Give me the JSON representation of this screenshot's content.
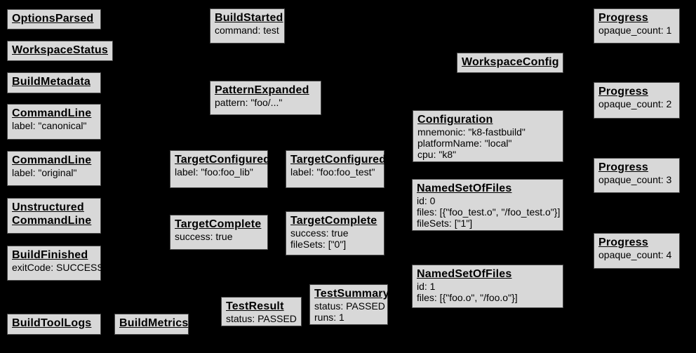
{
  "diagram": {
    "background_color": "#000000",
    "node_fill_color": "#d8d8d8",
    "node_border_color": "#4a4a4a",
    "text_color": "#000000"
  },
  "nodes": [
    {
      "title": "OptionsParsed",
      "lines": []
    },
    {
      "title": "WorkspaceStatus",
      "lines": []
    },
    {
      "title": "BuildMetadata",
      "lines": []
    },
    {
      "title": "CommandLine",
      "lines": [
        "label: \"canonical\""
      ]
    },
    {
      "title": "CommandLine",
      "lines": [
        "label: \"original\""
      ]
    },
    {
      "title": "Unstructured\nCommandLine",
      "lines": []
    },
    {
      "title": "BuildFinished",
      "lines": [
        "exitCode: SUCCESS"
      ]
    },
    {
      "title": "BuildToolLogs",
      "lines": []
    },
    {
      "title": "BuildStarted",
      "lines": [
        "command: test"
      ]
    },
    {
      "title": "PatternExpanded",
      "lines": [
        "pattern: \"foo/...\""
      ]
    },
    {
      "title": "TargetConfigured",
      "lines": [
        "label: \"foo:foo_lib\""
      ]
    },
    {
      "title": "TargetConfigured",
      "lines": [
        "label: \"foo:foo_test\""
      ]
    },
    {
      "title": "TargetComplete",
      "lines": [
        "success: true"
      ]
    },
    {
      "title": "TargetComplete",
      "lines": [
        "success: true",
        "fileSets: [\"0\"]"
      ]
    },
    {
      "title": "TestResult",
      "lines": [
        "status: PASSED"
      ]
    },
    {
      "title": "TestSummary",
      "lines": [
        "status: PASSED",
        "runs: 1"
      ]
    },
    {
      "title": "BuildMetrics",
      "lines": []
    },
    {
      "title": "WorkspaceConfig",
      "lines": []
    },
    {
      "title": "Configuration",
      "lines": [
        "mnemonic: \"k8-fastbuild\"",
        "platformName: \"local\"",
        "cpu: \"k8\""
      ]
    },
    {
      "title": "NamedSetOfFiles",
      "lines": [
        "id: 0",
        "files: [{\"foo_test.o\", \"/foo_test.o\"}]",
        "fileSets: [\"1\"]"
      ]
    },
    {
      "title": "NamedSetOfFiles",
      "lines": [
        "id: 1",
        "files: [{\"foo.o\", \"/foo.o\"}]"
      ]
    },
    {
      "title": "Progress",
      "lines": [
        "opaque_count: 1"
      ]
    },
    {
      "title": "Progress",
      "lines": [
        "opaque_count: 2"
      ]
    },
    {
      "title": "Progress",
      "lines": [
        "opaque_count: 3"
      ]
    },
    {
      "title": "Progress",
      "lines": [
        "opaque_count: 4"
      ]
    }
  ]
}
